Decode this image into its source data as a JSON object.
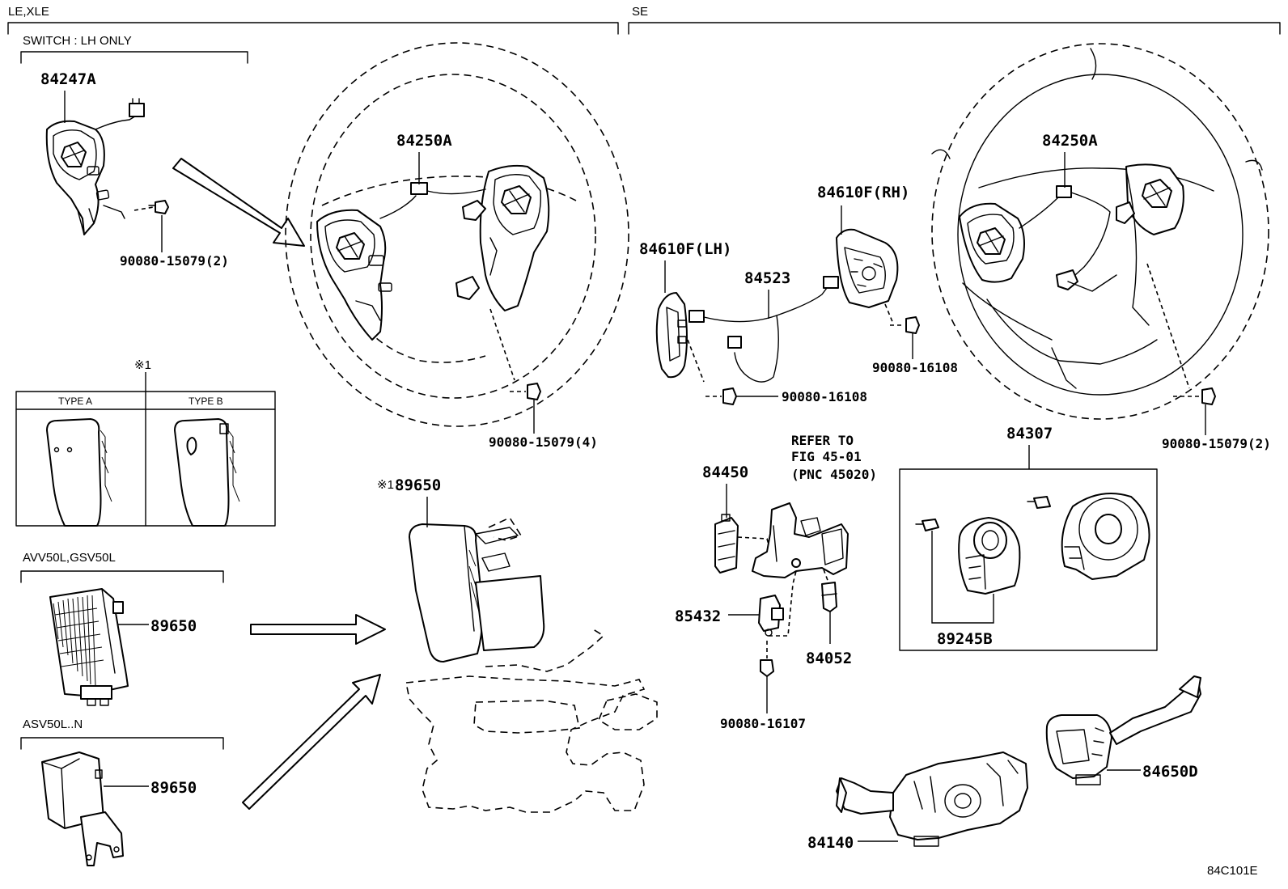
{
  "sections": {
    "left": "LE,XLE",
    "right": "SE",
    "switch_note": "SWITCH : LH ONLY",
    "avv_note": "AVV50L,GSV50L",
    "asv_note": "ASV50L..N"
  },
  "type_box": {
    "marker": "※1",
    "type_a": "TYPE A",
    "type_b": "TYPE B"
  },
  "parts": {
    "p84247A": "84247A",
    "p84250A_left": "84250A",
    "p90080_15079_2_left": "90080-15079(2)",
    "p90080_15079_4": "90080-15079(4)",
    "p84250A_right": "84250A",
    "p84610F_RH": "84610F(RH)",
    "p84610F_LH": "84610F(LH)",
    "p84523": "84523",
    "p90080_16108_a": "90080-16108",
    "p90080_16108_b": "90080-16108",
    "p90080_15079_2_right": "90080-15079(2)",
    "p84307": "84307",
    "p89245B": "89245B",
    "p84450": "84450",
    "p85432": "85432",
    "p84052": "84052",
    "p90080_16107": "90080-16107",
    "p89650_center": "89650",
    "p89650_center_marker": "※1",
    "p89650_avv": "89650",
    "p89650_asv": "89650",
    "p84140": "84140",
    "p84650D": "84650D"
  },
  "refer": {
    "line1": "REFER TO",
    "line2": "FIG 45-01",
    "line3": "(PNC 45020)"
  },
  "figure_code": "84C101E"
}
